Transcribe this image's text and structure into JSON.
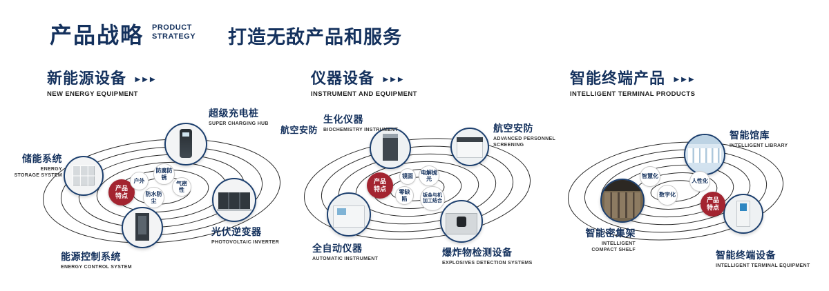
{
  "header": {
    "title": "产品战略",
    "subtitle_line1": "PRODUCT",
    "subtitle_line2": "STRATEGY",
    "slogan": "打造无敌产品和服务"
  },
  "icons": {
    "triple_arrow": "▶▶▶"
  },
  "colors": {
    "navy": "#14315d",
    "badge_red": "#a32430"
  },
  "sections": [
    {
      "title": "新能源设备",
      "subtitle": "NEW ENERGY EQUIPMENT",
      "badge_line1": "产品",
      "badge_line2": "特点",
      "features": [
        "户外",
        "防腐防锈",
        "气密性",
        "防水防尘"
      ],
      "products": [
        {
          "zh": "储能系统",
          "en": "ENERGY STORAGE SYSTEM"
        },
        {
          "zh": "超级充电桩",
          "en": "SUPER CHARGING HUB"
        },
        {
          "zh": "光伏逆变器",
          "en": "PHOTOVOLTAIC INVERTER"
        },
        {
          "zh": "能源控制系统",
          "en": "ENERGY CONTROL SYSTEM"
        }
      ]
    },
    {
      "title": "仪器设备",
      "subtitle": "INSTRUMENT AND EQUIPMENT",
      "badge_line1": "产品",
      "badge_line2": "特点",
      "features": [
        "镜面",
        "电解抛光",
        "零缺陷",
        "钣金与机加工结合"
      ],
      "products": [
        {
          "tag": "航空安防",
          "zh": "生化仪器",
          "en": "BIOCHEMISTRY INSTRUMENT"
        },
        {
          "zh": "航空安防",
          "en": "ADVANCED PERSONNEL SCREENING"
        },
        {
          "zh": "全自动仪器",
          "en": "AUTOMATIC INSTRUMENT"
        },
        {
          "zh": "爆炸物检测设备",
          "en": "EXPLOSIVES DETECTION SYSTEMS"
        }
      ]
    },
    {
      "title": "智能终端产品",
      "subtitle": "INTELLIGENT TERMINAL PRODUCTS",
      "badge_line1": "产品",
      "badge_line2": "特点",
      "features": [
        "智慧化",
        "人性化",
        "数字化"
      ],
      "products": [
        {
          "zh": "智能馆库",
          "en": "INTELLIGENT LIBRARY"
        },
        {
          "zh": "智能密集架",
          "en": "INTELLIGENT COMPACT SHELF"
        },
        {
          "zh": "智能终端设备",
          "en": "INTELLIGENT TERMINAL EQUIPMENT"
        }
      ]
    }
  ]
}
